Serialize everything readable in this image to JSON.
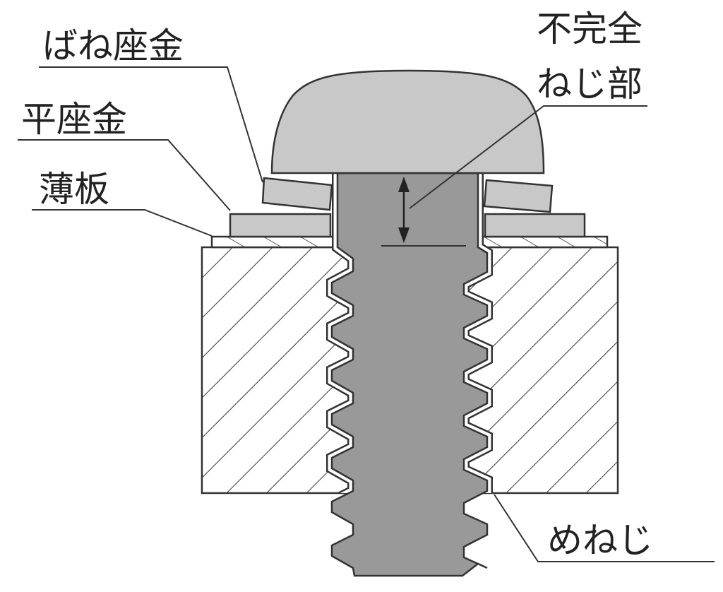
{
  "labels": {
    "spring_washer": "ばね座金",
    "flat_washer": "平座金",
    "thin_plate": "薄板",
    "incomplete_thread_1": "不完全",
    "incomplete_thread_2": "ねじ部",
    "internal_thread": "めねじ"
  },
  "colors": {
    "bolt": "#999999",
    "head": "#c8c8c8",
    "washer": "#c8c8c8",
    "outline": "#333333"
  }
}
